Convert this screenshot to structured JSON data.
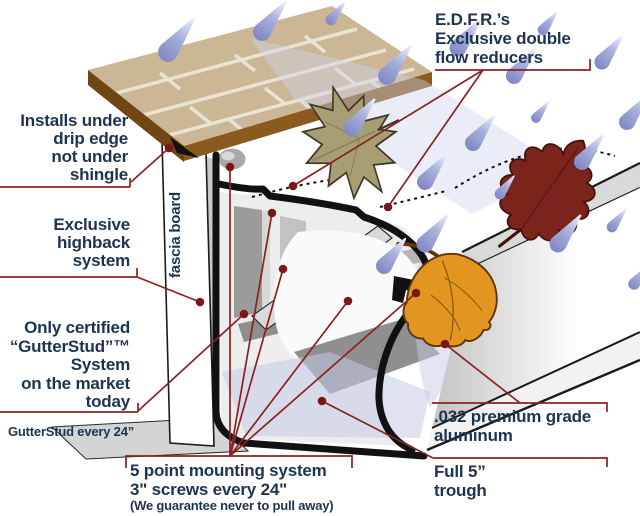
{
  "colors": {
    "label_text": "#1d3450",
    "leader_red": "#8b2222",
    "dot_red": "#7a1818",
    "roof_tan": "#cbb795",
    "roof_brown": "#8a5a1e",
    "gutter_black": "#111111",
    "water_lavender": "#c5cae6",
    "raindrop_blue": "#7f87c3",
    "maple_leaf": "#a89e74",
    "oak_leaf": "#7b241b",
    "aspen_leaf": "#e2951f"
  },
  "labels": {
    "installs_under": {
      "lines": [
        "Installs under",
        "drip edge",
        "not under",
        "shingle"
      ]
    },
    "exclusive_highback": {
      "lines": [
        "Exclusive",
        "highback",
        "system"
      ]
    },
    "only_certified": {
      "lines": [
        "Only certified",
        "“GutterStud”™",
        "System",
        "on the market",
        "today"
      ]
    },
    "gutterstud_every": {
      "text": "GutterStud every 24”"
    },
    "five_point": {
      "lines": [
        "5 point mounting system",
        "3\" screws every 24\""
      ],
      "note": "(We guarantee never to pull away)"
    },
    "aluminum": {
      "lines": [
        ".032 premium grade",
        "aluminum"
      ]
    },
    "full_trough": {
      "lines": [
        "Full 5”",
        "trough"
      ]
    },
    "edfr": {
      "lines": [
        "E.D.F.R.’s",
        "Exclusive double",
        "flow reducers"
      ]
    },
    "fascia_board": {
      "text": "fascia board"
    }
  },
  "figure": {
    "scene": "Cutaway diagram of a gutter cover system mounted on a fascia board under roof shingles; raindrops fall while autumn leaves (maple, oak, aspen) are shed off the cover",
    "elements": [
      "roof-shingles",
      "drip-edge",
      "fascia-board",
      "gutter-cross-section",
      "gutterstud-brackets",
      "flow-reducers",
      "raindrops",
      "maple-leaf",
      "oak-leaf",
      "aspen-leaf",
      "water-flow"
    ]
  }
}
